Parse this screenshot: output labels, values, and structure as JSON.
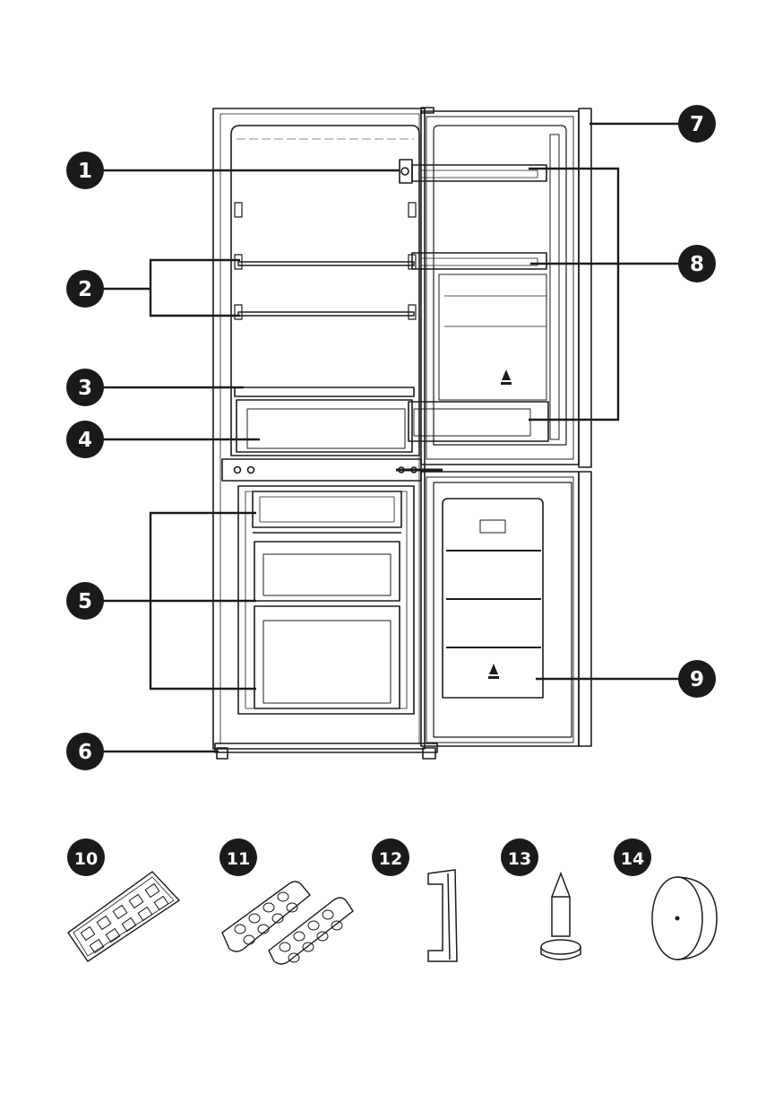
{
  "callouts": [
    {
      "number": "1"
    },
    {
      "number": "2"
    },
    {
      "number": "3"
    },
    {
      "number": "4"
    },
    {
      "number": "5"
    },
    {
      "number": "6"
    },
    {
      "number": "7"
    },
    {
      "number": "8"
    },
    {
      "number": "9"
    },
    {
      "number": "10"
    },
    {
      "number": "11"
    },
    {
      "number": "12"
    },
    {
      "number": "13"
    },
    {
      "number": "14"
    }
  ],
  "colors": {
    "line": "#1c1c1c",
    "badge": "#1a1a1a",
    "background": "#ffffff"
  },
  "icons": {
    "fridge": "fridge-freezer-outline",
    "ice_tray": "ice-cube-tray-icon",
    "egg_tray": "egg-tray-icon",
    "handle": "door-handle-icon",
    "spacer": "wall-spacer-icon",
    "cap": "hinge-cover-cap-icon"
  }
}
